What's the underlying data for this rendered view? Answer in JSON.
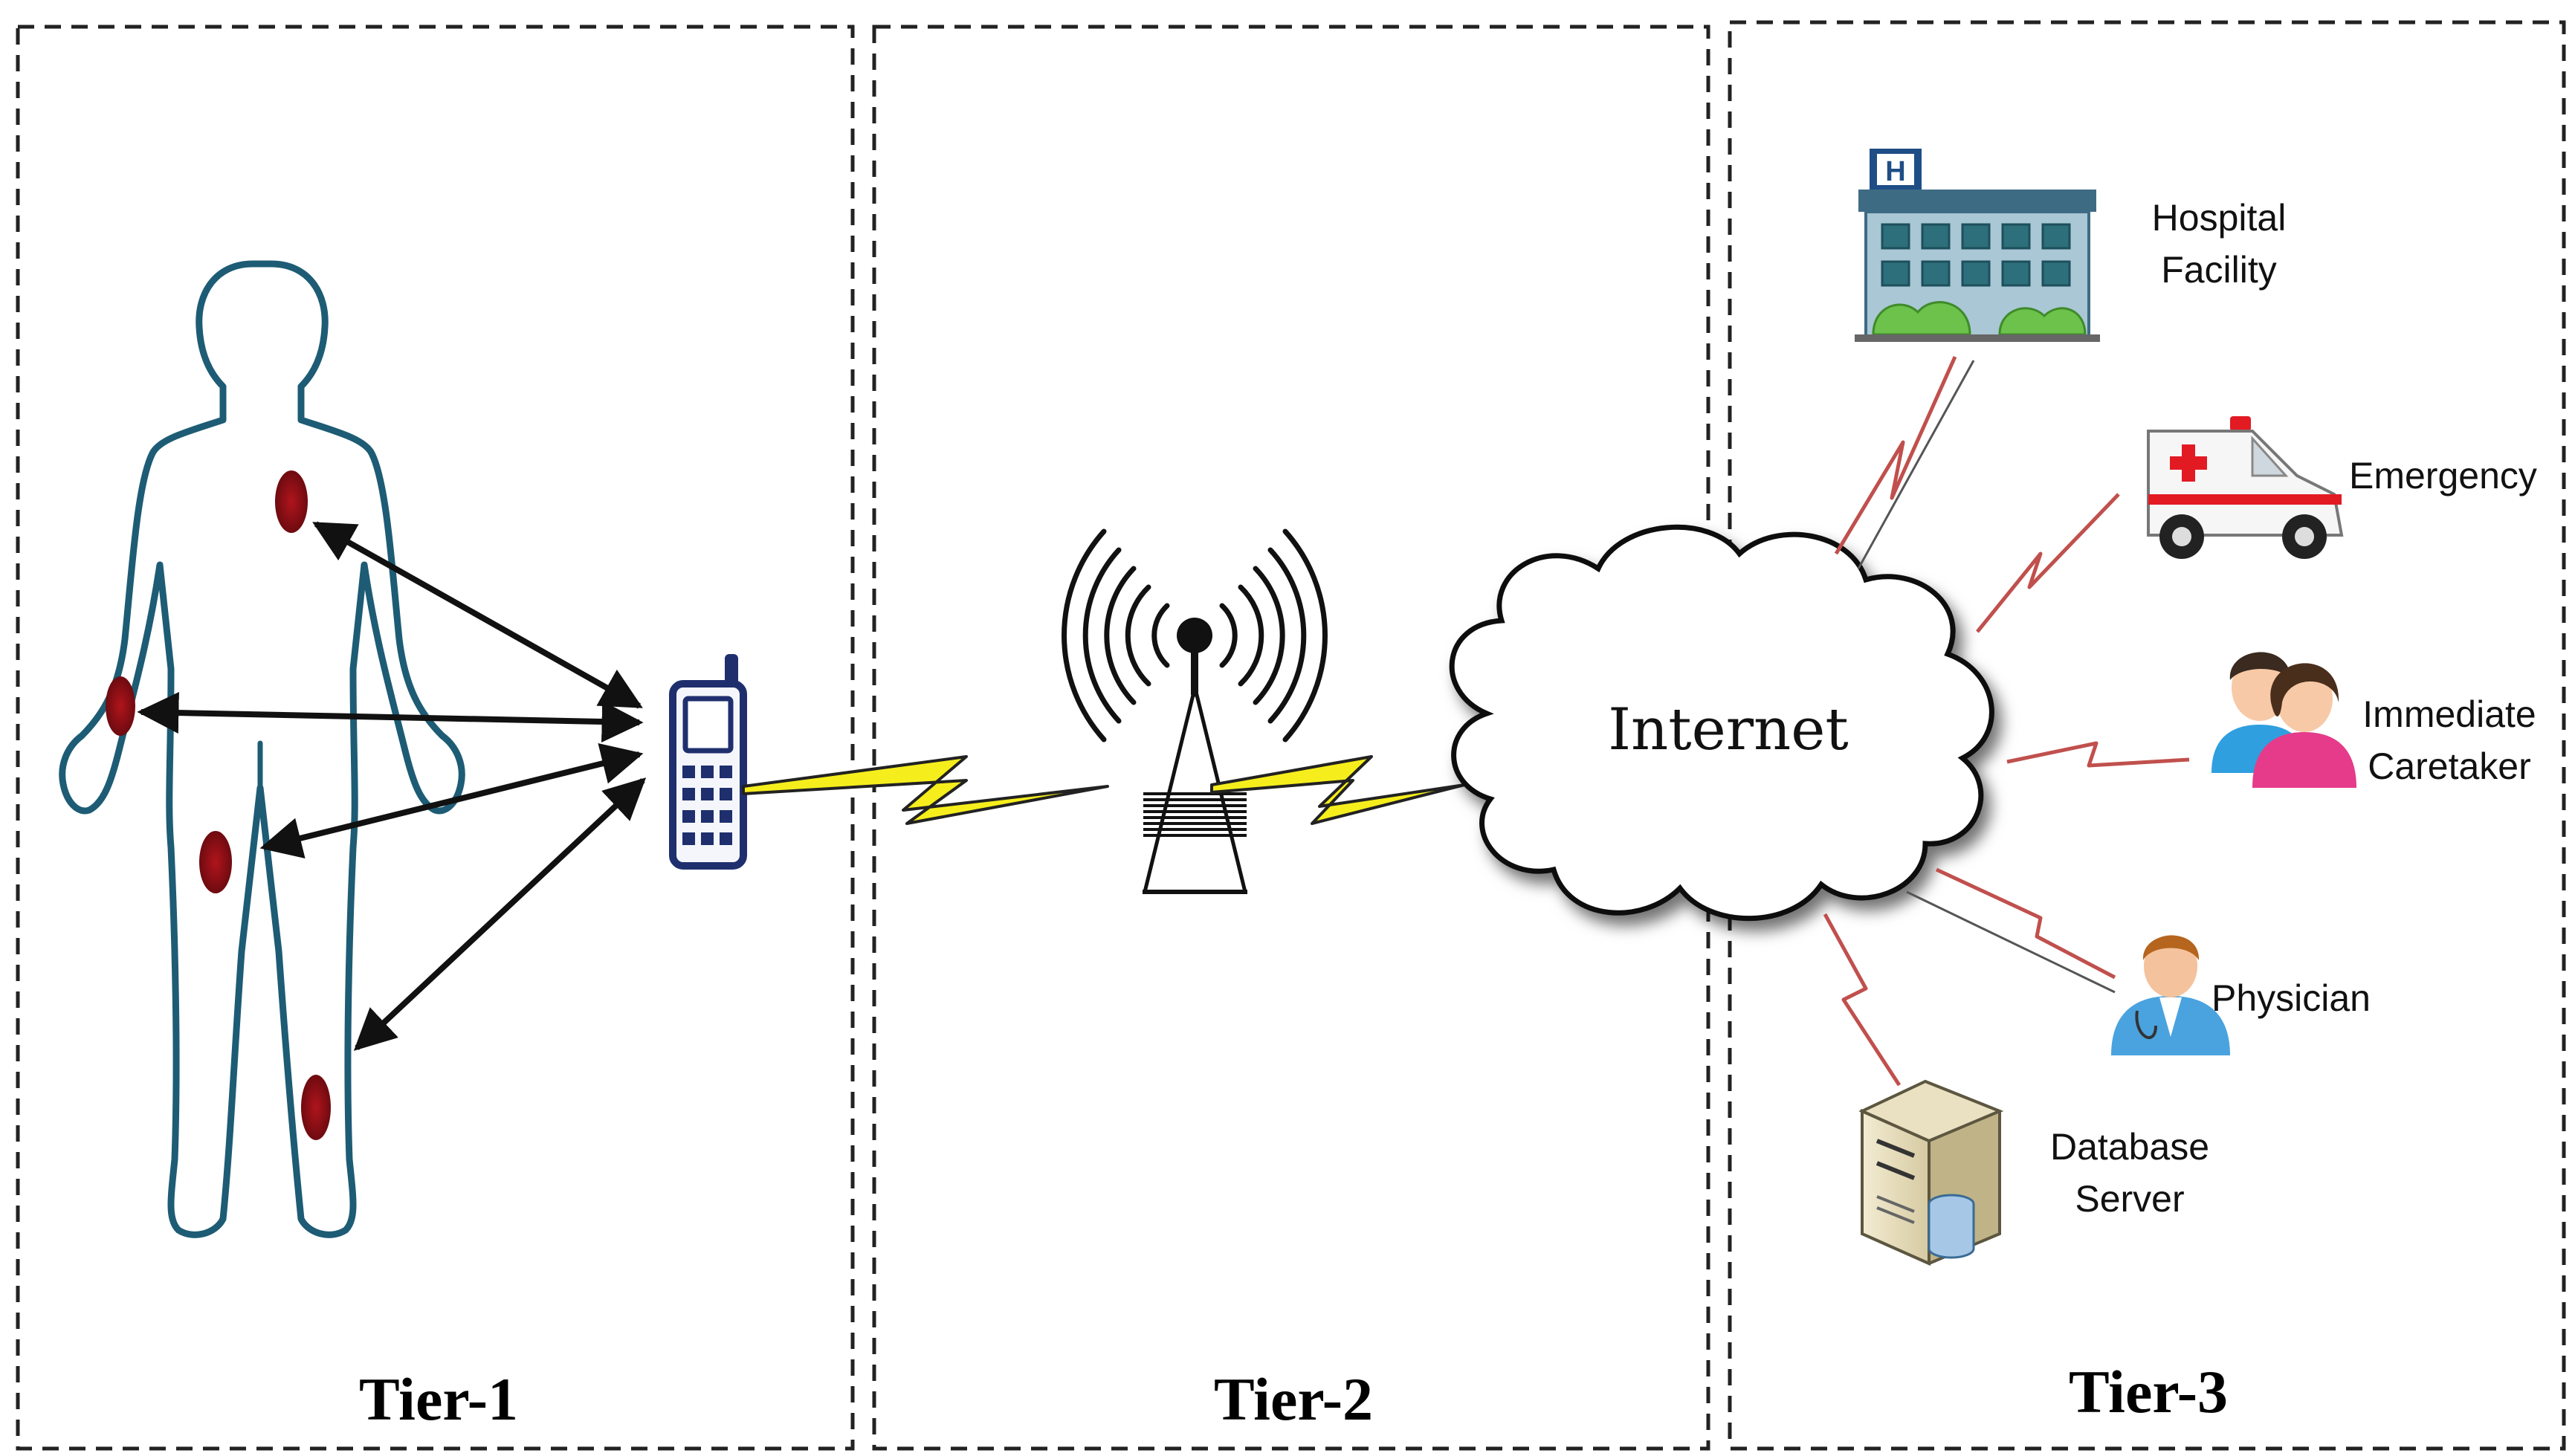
{
  "tiers": [
    {
      "label": "Tier-1"
    },
    {
      "label": "Tier-2"
    },
    {
      "label": "Tier-3"
    }
  ],
  "cloud": {
    "label": "Internet"
  },
  "endpoints": {
    "hospital": {
      "line1": "Hospital",
      "line2": "Facility"
    },
    "emergency": {
      "label": "Emergency"
    },
    "caretaker": {
      "line1": "Immediate",
      "line2": "Caretaker"
    },
    "physician": {
      "label": "Physician"
    },
    "database": {
      "line1": "Database",
      "line2": "Server"
    }
  },
  "colors": {
    "body_outline": "#1d5c74",
    "sensor": "#8b0f16",
    "phone": "#1f2f6e",
    "lightning": "#f5ee1c",
    "link": "#c0504d",
    "hospital_wall": "#a9c7d4",
    "hospital_roof": "#3e6b84",
    "bush": "#6cc24a",
    "ambulance_red": "#e21b23"
  },
  "icons": [
    "human-body-icon",
    "mobile-phone-icon",
    "cell-tower-icon",
    "cloud-icon",
    "hospital-icon",
    "ambulance-icon",
    "caretaker-icon",
    "physician-icon",
    "database-server-icon"
  ]
}
